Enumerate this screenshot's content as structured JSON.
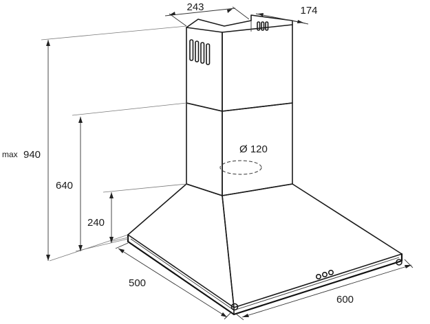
{
  "dimensions": {
    "chimney_width": "243",
    "chimney_depth": "174",
    "max_height_prefix": "max",
    "max_height": "940",
    "mid_height": "640",
    "hood_height": "240",
    "duct_diameter": "Ø 120",
    "hood_depth": "500",
    "hood_width": "600"
  }
}
